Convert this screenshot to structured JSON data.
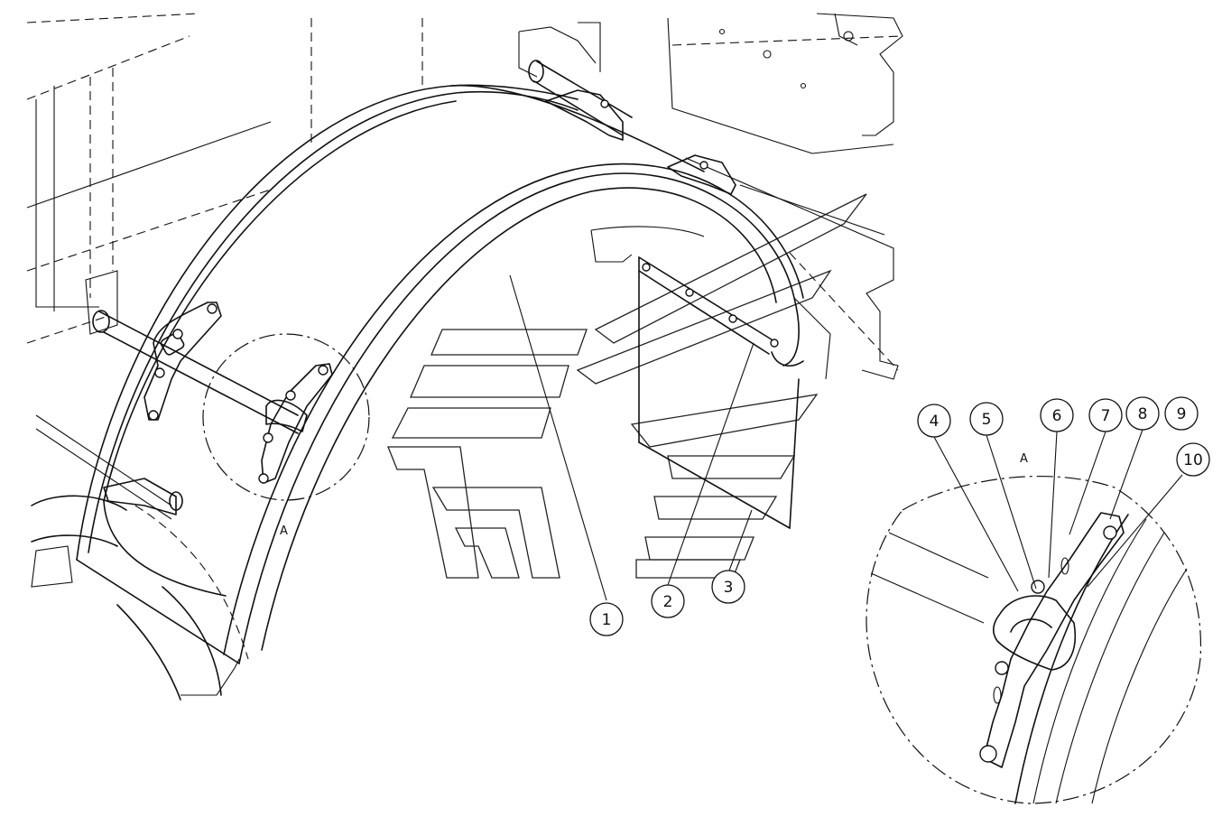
{
  "view_labels": {
    "main_view": "A",
    "detail_view": "A"
  },
  "callouts": [
    {
      "id": "callout-1",
      "label": "1"
    },
    {
      "id": "callout-2",
      "label": "2"
    },
    {
      "id": "callout-3",
      "label": "3"
    },
    {
      "id": "callout-4",
      "label": "4"
    },
    {
      "id": "callout-5",
      "label": "5"
    },
    {
      "id": "callout-6",
      "label": "6"
    },
    {
      "id": "callout-7",
      "label": "7"
    },
    {
      "id": "callout-8",
      "label": "8"
    },
    {
      "id": "callout-9",
      "label": "9"
    },
    {
      "id": "callout-10",
      "label": "10"
    }
  ]
}
